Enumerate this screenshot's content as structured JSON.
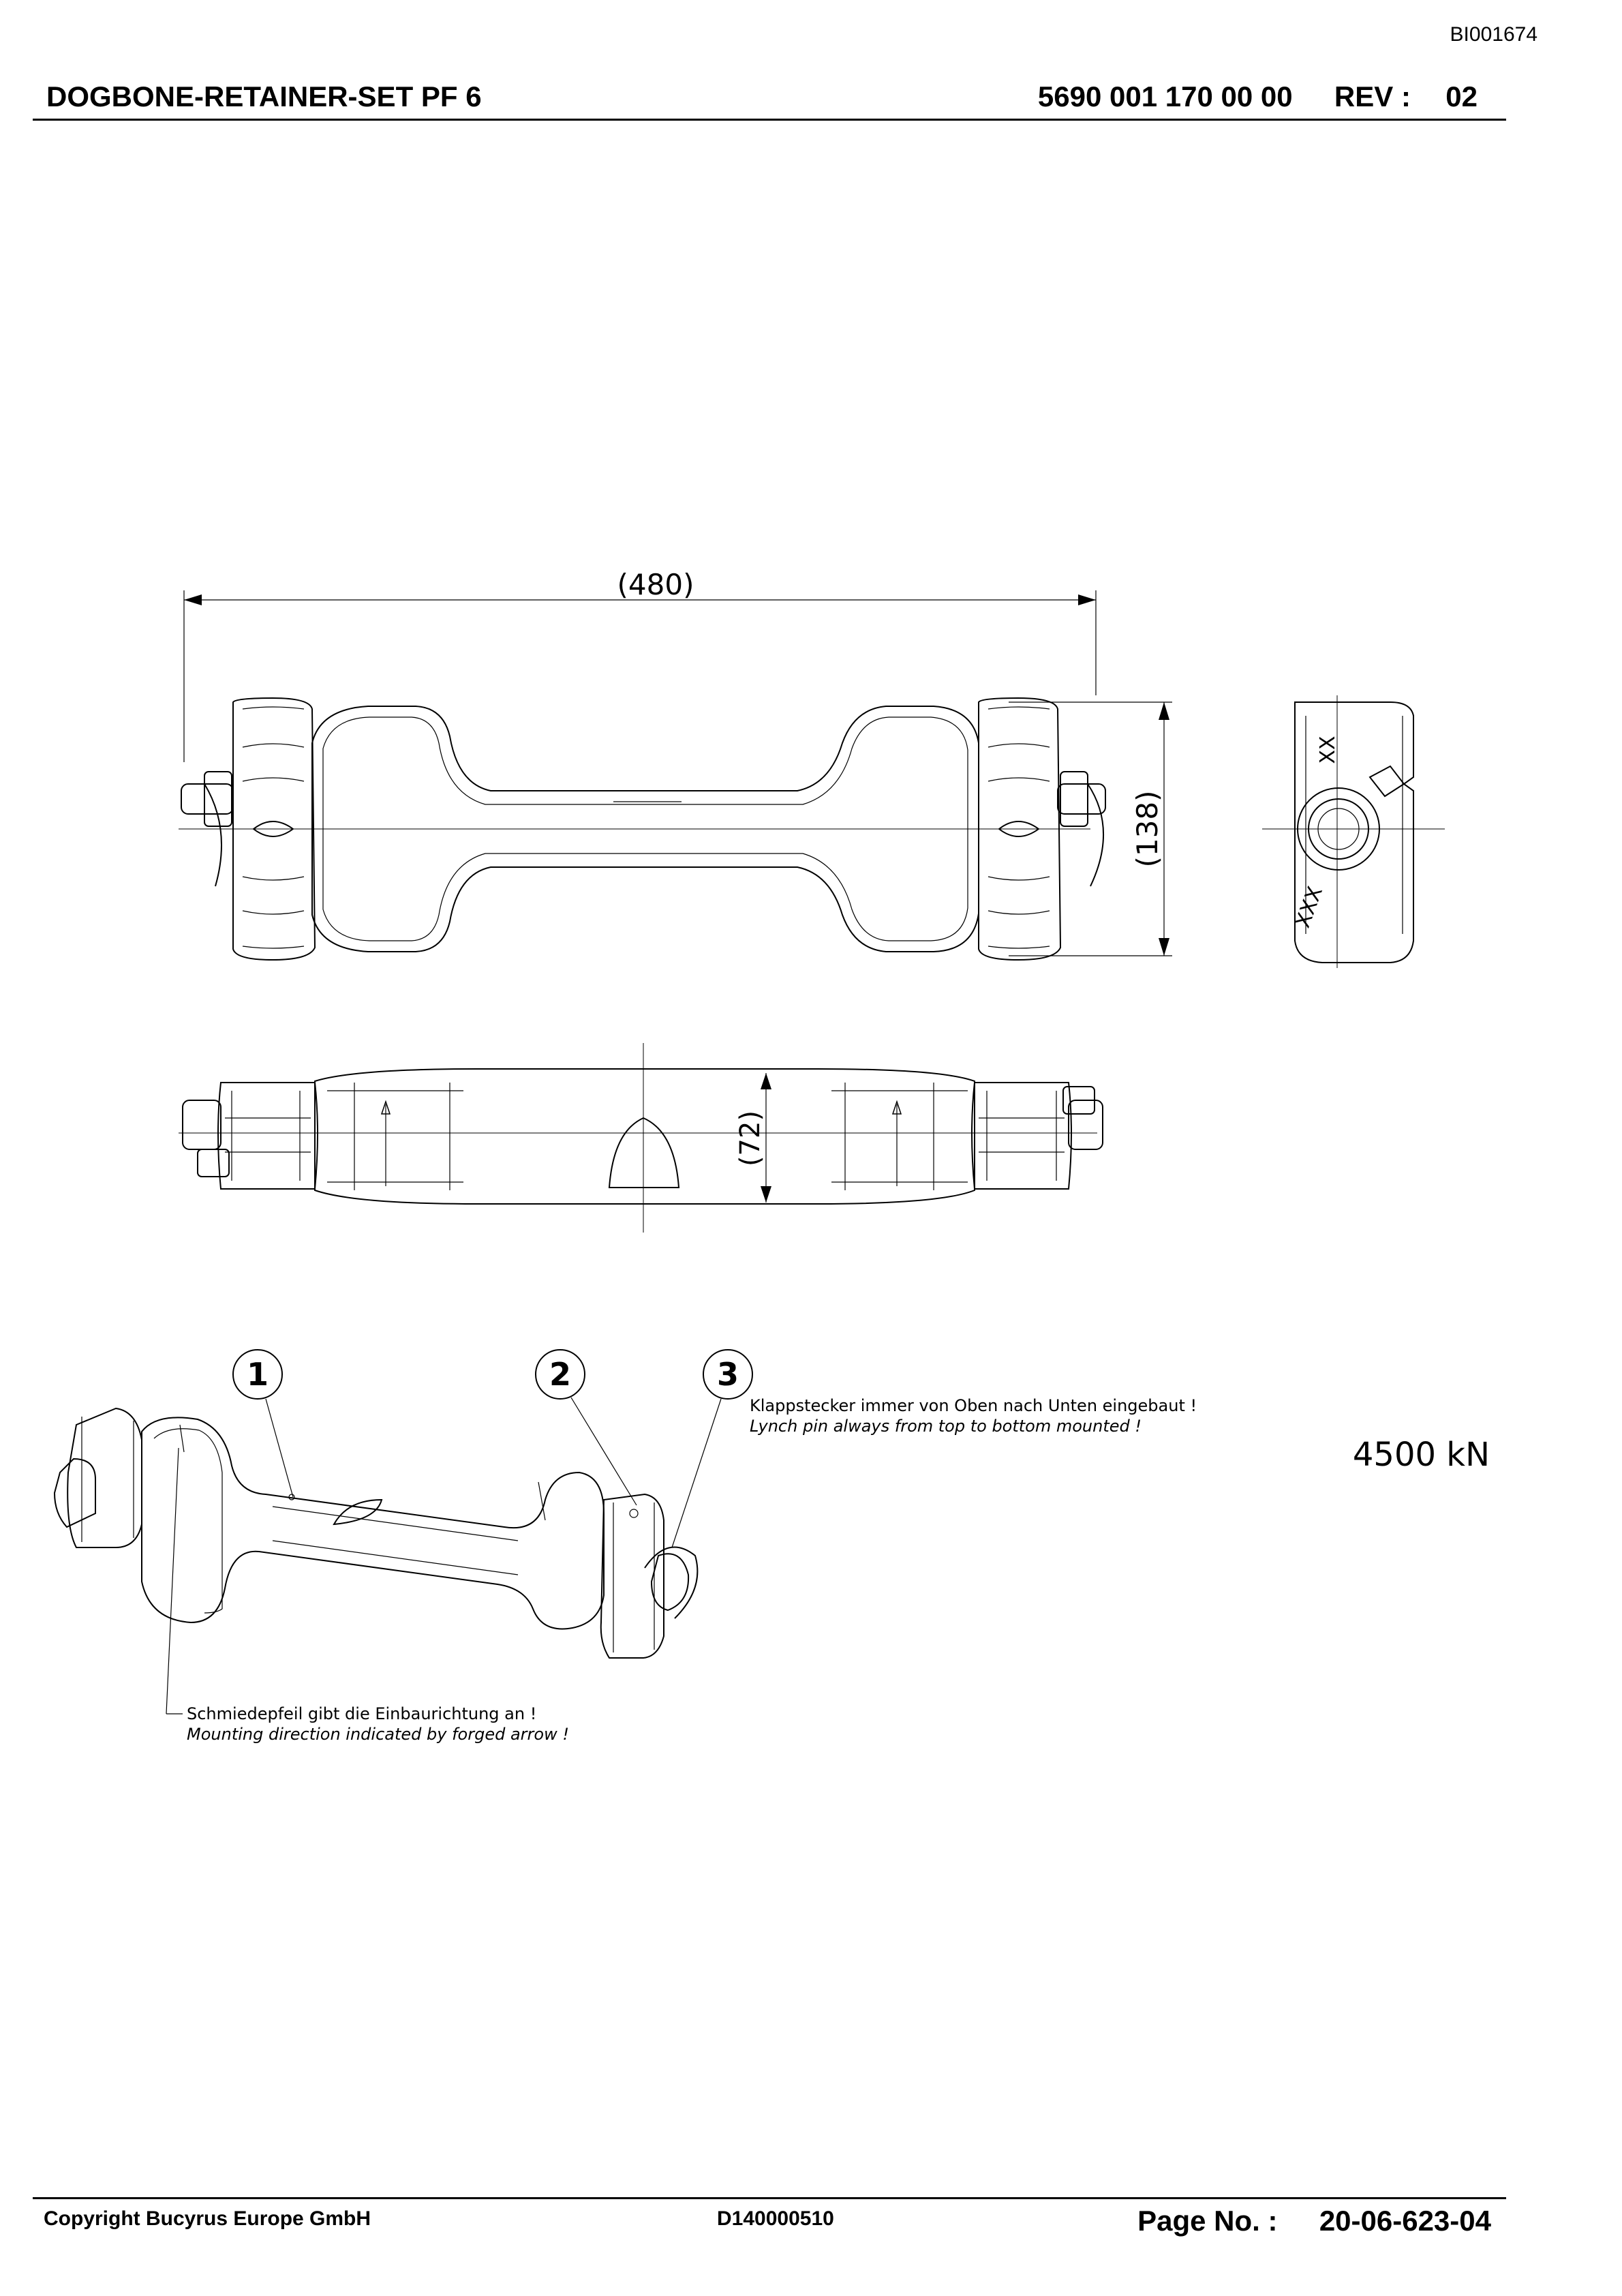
{
  "document_id": "BI001674",
  "header": {
    "title": "DOGBONE-RETAINER-SET PF 6",
    "part_number": "5690 001 170 00 00",
    "rev_label": "REV :",
    "rev_value": "02"
  },
  "drawing": {
    "dim_length": "(480)",
    "dim_height": "(138)",
    "dim_width": "(72)",
    "callouts": [
      "1",
      "2",
      "3"
    ],
    "note_lynch_pin_de": "Klappstecker immer von Oben nach Unten eingebaut !",
    "note_lynch_pin_en": "Lynch pin always from top to bottom mounted !",
    "note_arrow_de": "Schmiedepfeil gibt die Einbaurichtung an !",
    "note_arrow_en": "Mounting direction indicated by forged arrow !",
    "load_rating": "4500 kN",
    "side_marking": "XX"
  },
  "footer": {
    "copyright": "Copyright Bucyrus Europe GmbH",
    "drawing_number": "D140000510",
    "page_label": "Page No. :",
    "page_value": "20-06-623-04"
  }
}
